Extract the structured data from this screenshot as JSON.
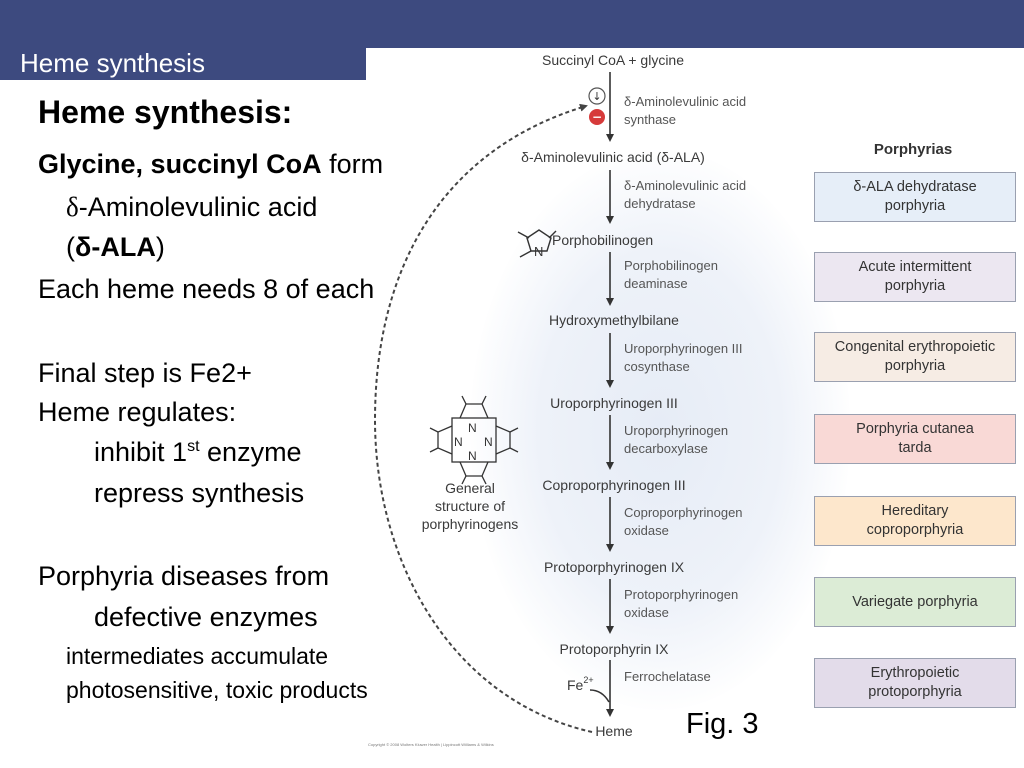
{
  "slide": {
    "header_title": "Heme synthesis",
    "heading": "Heme synthesis:",
    "line1_bold": "Glycine, succinyl CoA",
    "line1_rest": " form",
    "line2_delta": "δ",
    "line2_rest": "-Aminolevulinic acid",
    "line3_open": "(",
    "line3_bold": "δ-ALA",
    "line3_close": ")",
    "line4": "Each heme needs 8 of each",
    "line5": "Final step is Fe2+",
    "line6": "Heme regulates:",
    "line7_pre": "inhibit 1",
    "line7_sup": "st",
    "line7_post": " enzyme",
    "line8": "repress synthesis",
    "line9": "Porphyria diseases from",
    "line10": "defective enzymes",
    "line11": "intermediates accumulate",
    "line12": "photosensitive, toxic products",
    "fig_label": "Fig. 3",
    "copyright": "Copyright © 2008 Wolters Kluwer Health | Lippincott Williams & Wilkins"
  },
  "pathway": {
    "start": "Succinyl CoA + glycine",
    "heme": "Heme",
    "down_arrow_symbol": "↓",
    "minus_symbol": "−",
    "intermediates": [
      "δ-Aminolevulinic acid (δ-ALA)",
      "Porphobilinogen",
      "Hydroxymethylbilane",
      "Uroporphyrinogen III",
      "Coproporphyrinogen III",
      "Protoporphyrinogen IX",
      "Protoporphyrin IX"
    ],
    "enzymes": [
      [
        "δ-Aminolevulinic acid",
        "synthase"
      ],
      [
        "δ-Aminolevulinic acid",
        "dehydratase"
      ],
      [
        "Porphobilinogen",
        "deaminase"
      ],
      [
        "Uroporphyrinogen III",
        "cosynthase"
      ],
      [
        "Uroporphyrinogen",
        "decarboxylase"
      ],
      [
        "Coproporphyrinogen",
        "oxidase"
      ],
      [
        "Protoporphyrinogen",
        "oxidase"
      ],
      [
        "Ferrochelatase"
      ]
    ],
    "fe_label": "Fe",
    "fe_sup": "2+",
    "ring_n": "N",
    "general_structure": [
      "General",
      "structure of",
      "porphyrinogens"
    ]
  },
  "porphyrias": {
    "title": "Porphyrias",
    "items": [
      {
        "label": "δ-ALA dehydratase\nporphyria",
        "color": "#e6eef8"
      },
      {
        "label": "Acute intermittent\nporphyria",
        "color": "#ece7f1"
      },
      {
        "label": "Congenital erythropoietic\nporphyria",
        "color": "#f6ece4"
      },
      {
        "label": "Porphyria cutanea\ntarda",
        "color": "#f9d9d6"
      },
      {
        "label": "Hereditary\ncoproporphyria",
        "color": "#fde7cc"
      },
      {
        "label": "Variegate porphyria",
        "color": "#dcecd6"
      },
      {
        "label": "Erythropoietic\nprotoporphyria",
        "color": "#e3dcea"
      }
    ]
  }
}
